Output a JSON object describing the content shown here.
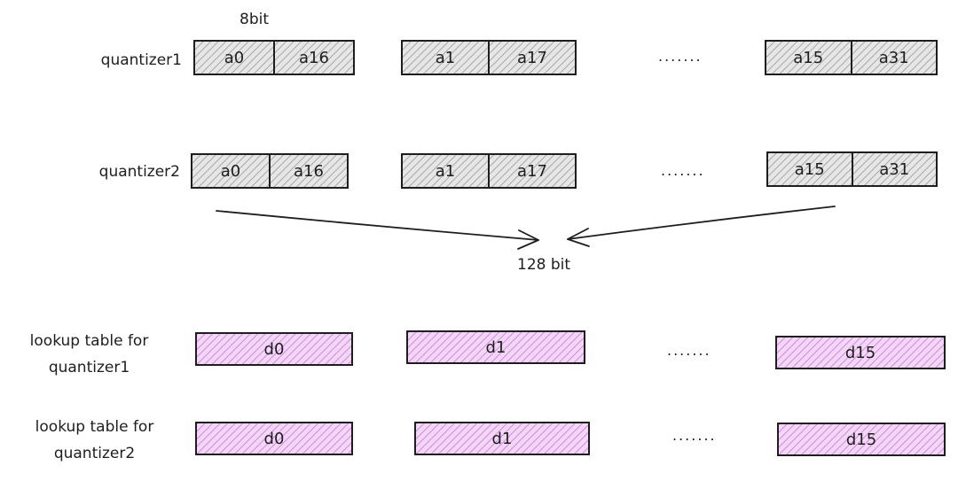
{
  "header_label": "8bit",
  "rows": [
    {
      "label": "quantizer1",
      "groups": [
        [
          "a0",
          "a16"
        ],
        [
          "a1",
          "a17"
        ],
        [
          "a15",
          "a31"
        ]
      ]
    },
    {
      "label": "quantizer2",
      "groups": [
        [
          "a0",
          "a16"
        ],
        [
          "a1",
          "a17"
        ],
        [
          "a15",
          "a31"
        ]
      ]
    }
  ],
  "ellipsis": ".......",
  "merge_label": "128 bit",
  "lookup_rows": [
    {
      "label": "lookup table for quantizer1",
      "cells": [
        "d0",
        "d1",
        "d15"
      ]
    },
    {
      "label": "lookup table for quantizer2",
      "cells": [
        "d0",
        "d1",
        "d15"
      ]
    }
  ],
  "colors": {
    "register_fill": "#e6e6e6",
    "lookup_fill": "#f3d8f6",
    "lookup_hatch": "#be4bdb",
    "stroke": "#1e1e1e"
  }
}
